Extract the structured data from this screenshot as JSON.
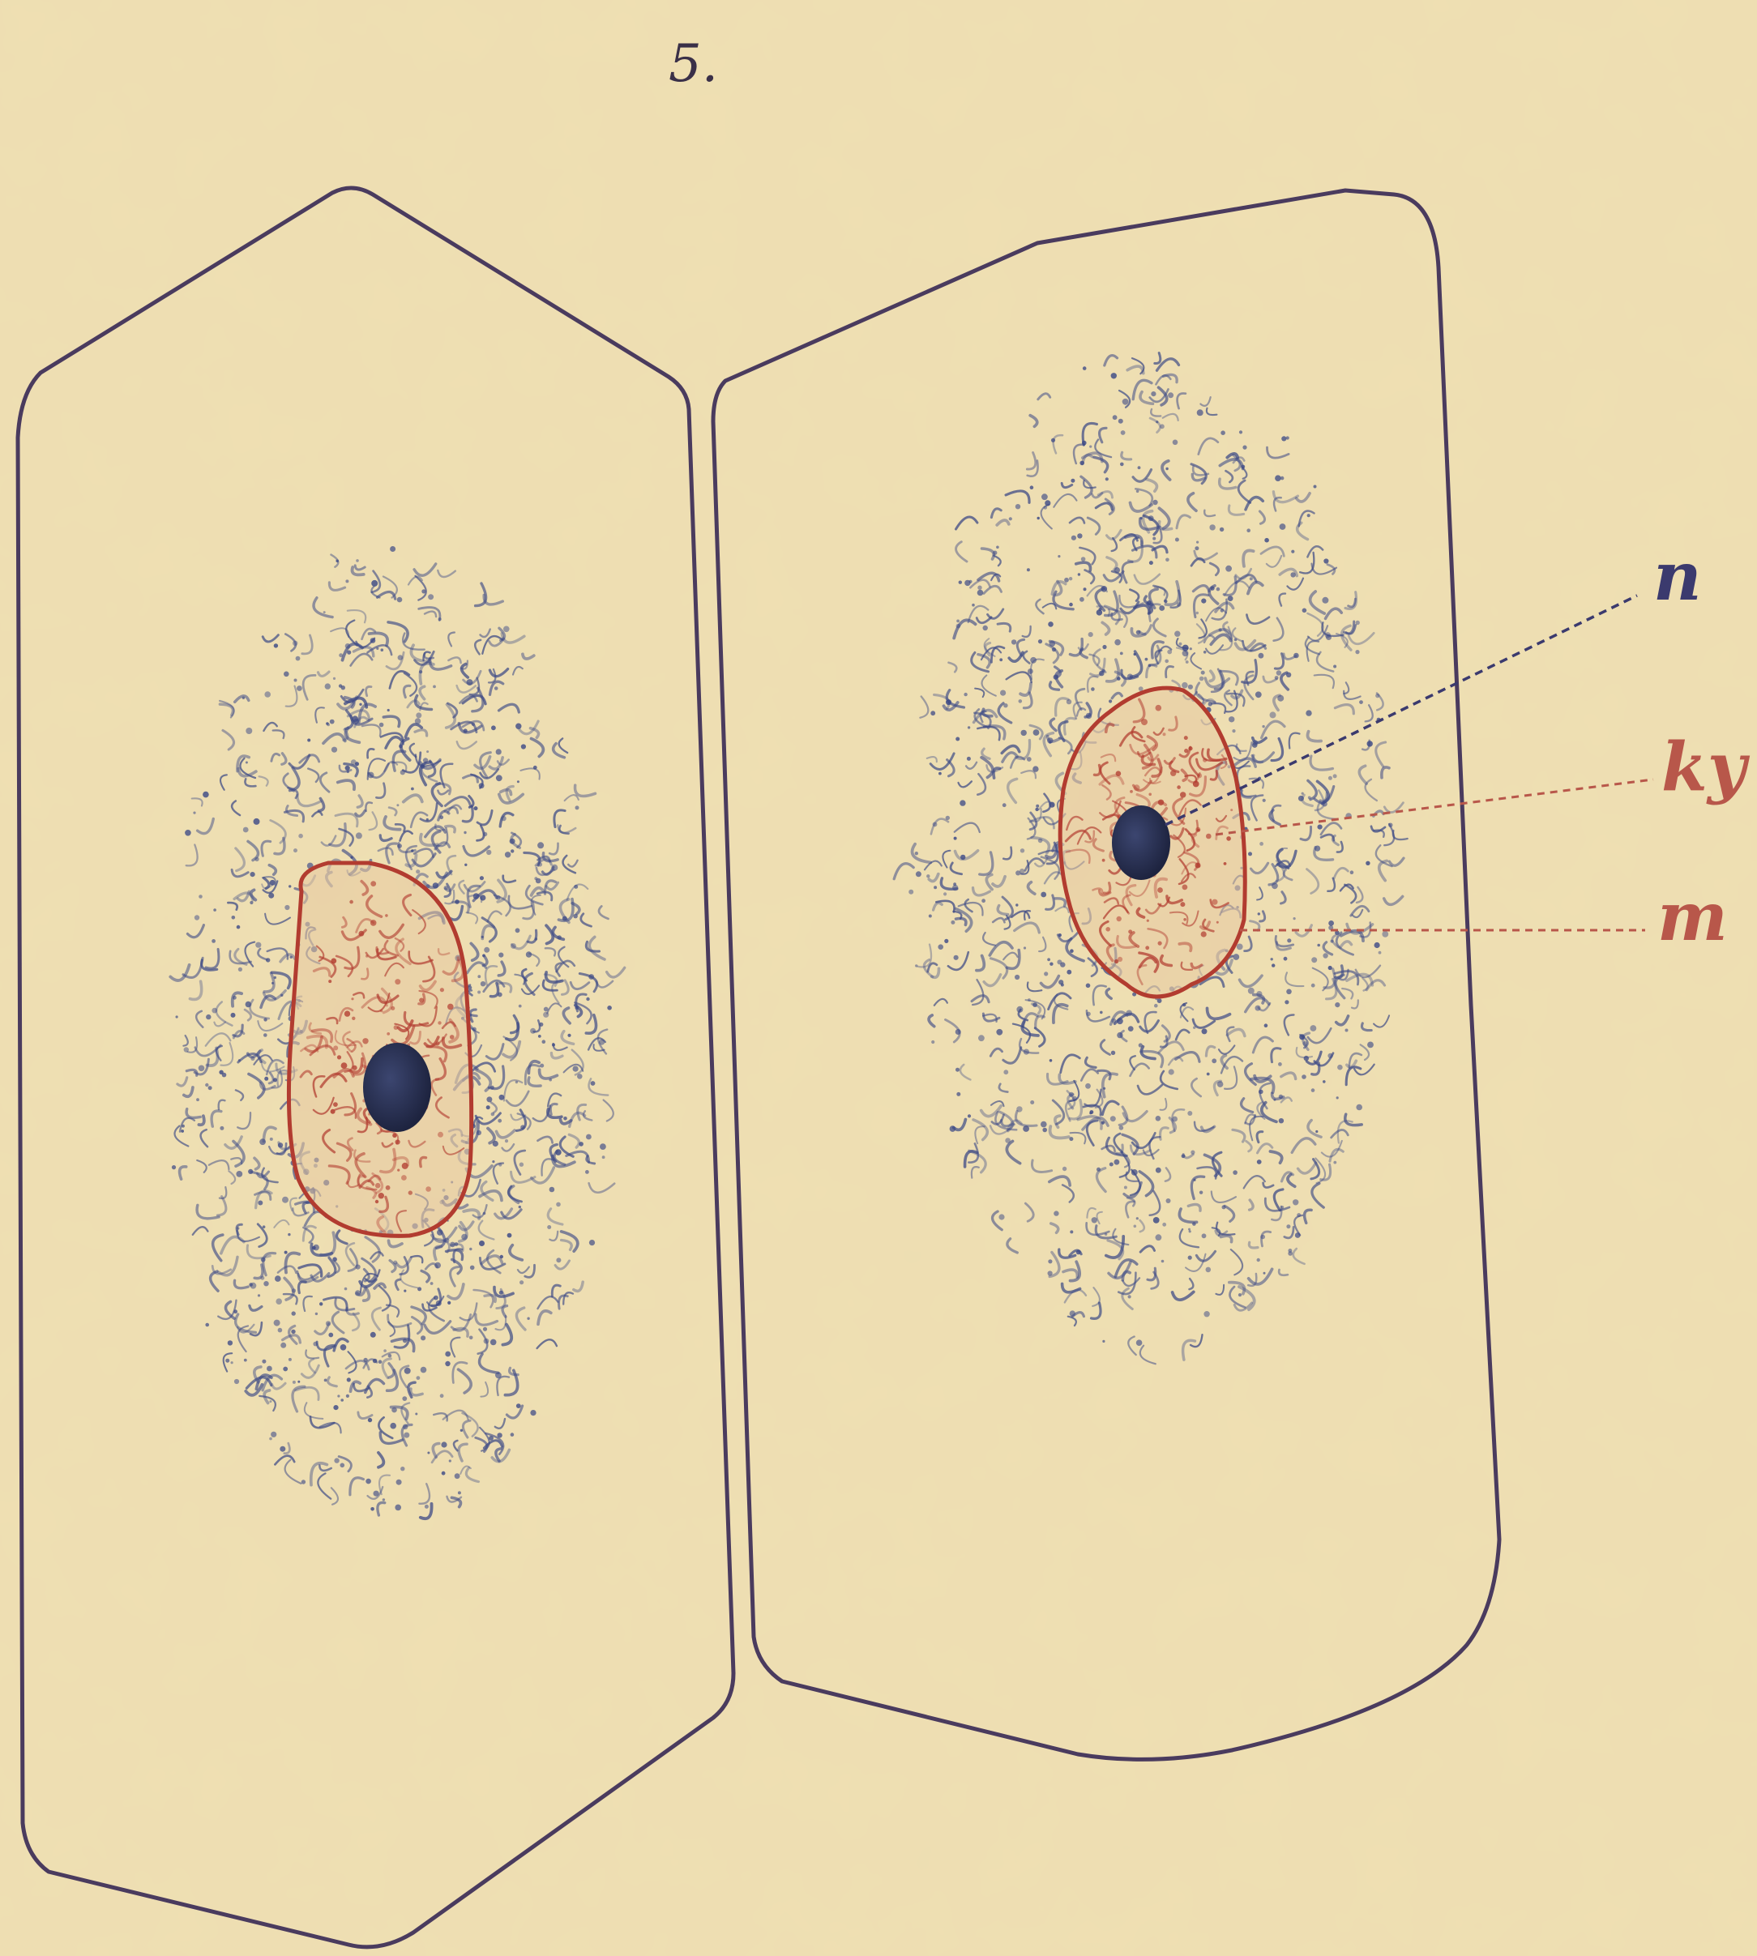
{
  "figure": {
    "number": "5.",
    "labels": [
      {
        "id": "n",
        "text": "n",
        "color": "#3b3a6e"
      },
      {
        "id": "ky",
        "text": "ky",
        "color": "#b8574a"
      },
      {
        "id": "m",
        "text": "m",
        "color": "#b8574a"
      }
    ]
  },
  "colors": {
    "paper": "#efdfb2",
    "cell_wall": "#4a3b5e",
    "nucleus_outline": "#b23c30",
    "stippling": "#3d4a86",
    "nucleolus": "#28304f"
  }
}
